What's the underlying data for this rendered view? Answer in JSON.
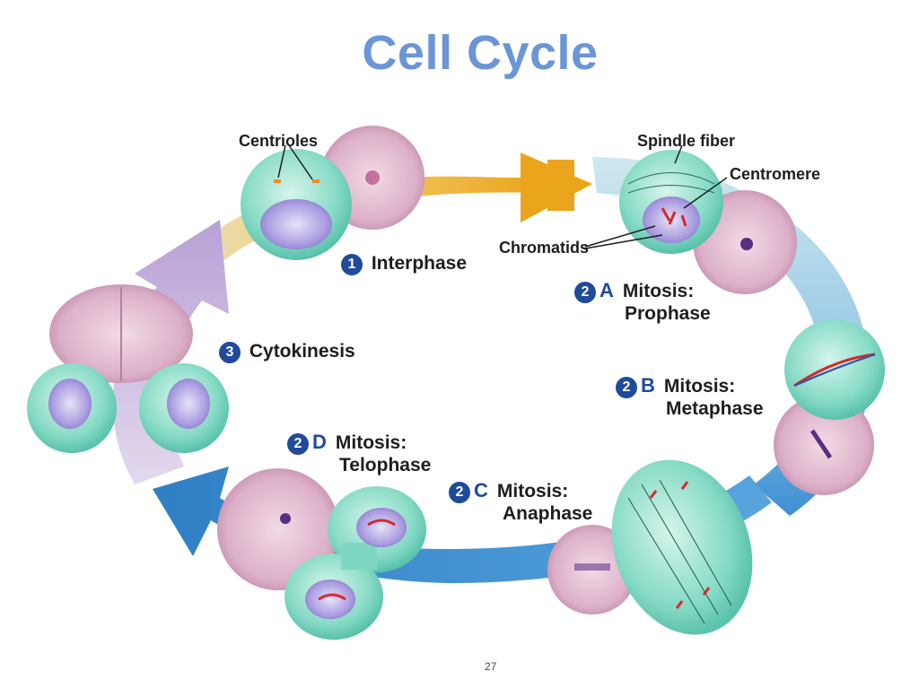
{
  "title": "Cell Cycle",
  "labels": {
    "centrioles": "Centrioles",
    "spindle_fiber": "Spindle fiber",
    "centromere": "Centromere",
    "chromatids": "Chromatids"
  },
  "phases": {
    "interphase": {
      "step": "1",
      "letter": "",
      "name": "Interphase"
    },
    "prophase": {
      "step": "2",
      "letter": "A",
      "line1": "Mitosis:",
      "line2": "Prophase"
    },
    "metaphase": {
      "step": "2",
      "letter": "B",
      "line1": "Mitosis:",
      "line2": "Metaphase"
    },
    "anaphase": {
      "step": "2",
      "letter": "C",
      "line1": "Mitosis:",
      "line2": "Anaphase"
    },
    "telophase": {
      "step": "2",
      "letter": "D",
      "line1": "Mitosis:",
      "line2": "Telophase"
    },
    "cytokinesis": {
      "step": "3",
      "letter": "",
      "name": "Cytokinesis"
    }
  },
  "page_number": "27",
  "colors": {
    "title": "#6b95d6",
    "arrow_interphase": "#f0b73a",
    "arrow_mitosis": "#3f8fd4",
    "arrow_cytokinesis": "#b8a2d6",
    "cell": "#7fd6c2",
    "nucleus": "#8a7cc8",
    "micrograph": "#d9a9c6",
    "step_badge": "#1f4b9a"
  }
}
